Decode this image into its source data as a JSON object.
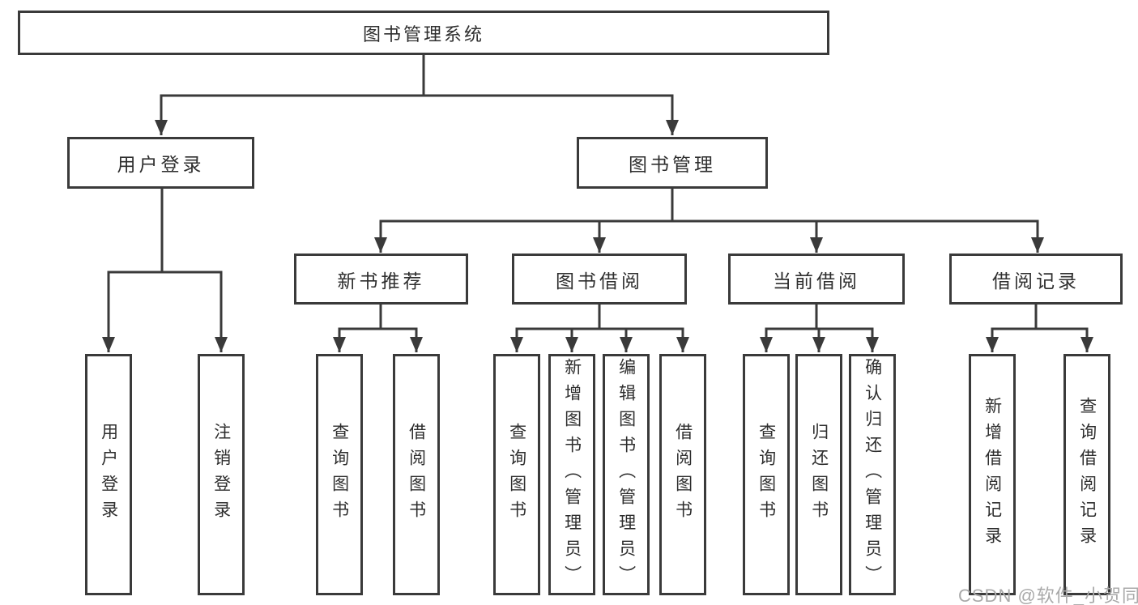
{
  "diagram": {
    "root": {
      "label": "图书管理系统"
    },
    "level2": [
      {
        "label": "用户登录",
        "children": [
          {
            "label": "用户登录"
          },
          {
            "label": "注销登录"
          }
        ]
      },
      {
        "label": "图书管理",
        "children": [
          {
            "label": "新书推荐",
            "children": [
              {
                "label": "查询图书"
              },
              {
                "label": "借阅图书"
              }
            ]
          },
          {
            "label": "图书借阅",
            "children": [
              {
                "label": "查询图书"
              },
              {
                "label": "新增图书（管理员）"
              },
              {
                "label": "编辑图书（管理员）"
              },
              {
                "label": "借阅图书"
              }
            ]
          },
          {
            "label": "当前借阅",
            "children": [
              {
                "label": "查询图书"
              },
              {
                "label": "归还图书"
              },
              {
                "label": "确认归还（管理员）"
              }
            ]
          },
          {
            "label": "借阅记录",
            "children": [
              {
                "label": "新增借阅记录"
              },
              {
                "label": "查询借阅记录"
              }
            ]
          }
        ]
      }
    ],
    "watermark": "CSDN @软件_小贺同学",
    "colors": {
      "line": "#3a3a3a",
      "text": "#2e2e2e",
      "watermark": "#a9a9a9",
      "background": "#ffffff"
    }
  }
}
